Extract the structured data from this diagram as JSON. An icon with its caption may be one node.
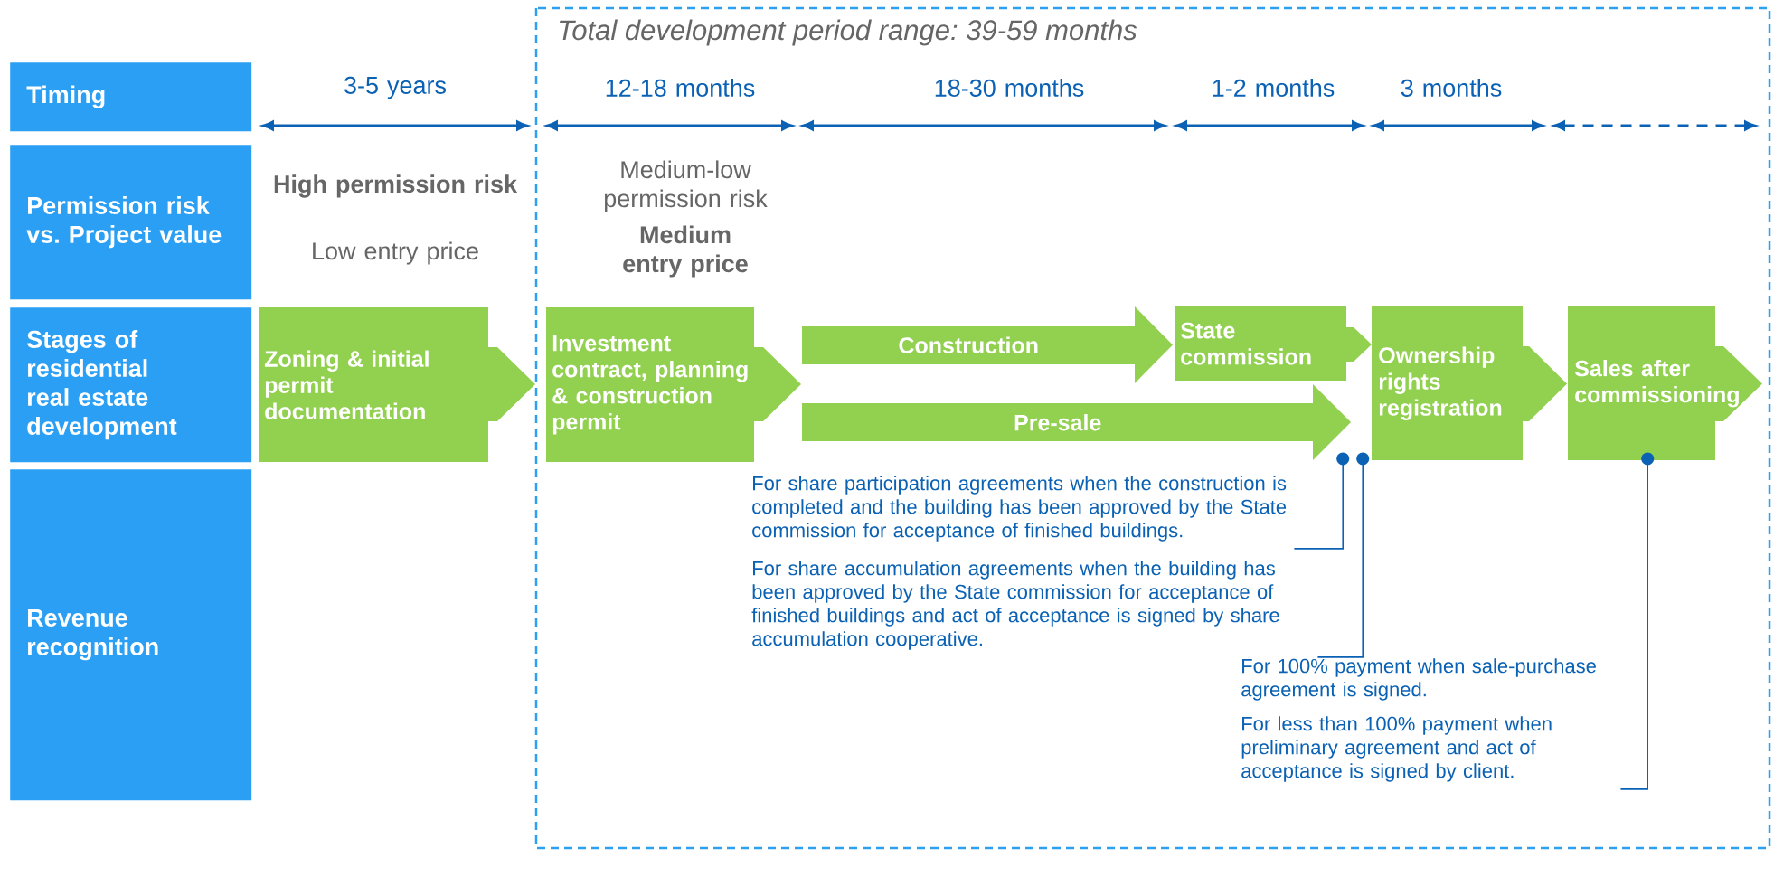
{
  "diagram": {
    "title": "Total development period range: 39-59 months",
    "nodes": [
      {
        "text": [
          "Timing"
        ]
      },
      {
        "text": [
          "Permission risk vs. Project value"
        ]
      },
      {
        "text": [
          "Stages of residential real estate development"
        ]
      },
      {
        "text": [
          "Zoning & initial permit documentation"
        ]
      },
      {
        "text": [
          "Investment contract, planning & construction permit"
        ]
      },
      {
        "text": [
          "Construction"
        ]
      },
      {
        "text": [
          "State commission"
        ]
      },
      {
        "text": [
          "Pre-sale"
        ]
      },
      {
        "text": [
          "Ownership rights registration"
        ]
      },
      {
        "text": [
          "Sales after commissioning"
        ]
      },
      {
        "text": [
          "Revenue recognition"
        ]
      },
      {
        "text": [
          "For share participation agreements when the construction is completed and the building has been approved by the State commission for acceptance of finished buildings."
        ]
      },
      {
        "text": [
          "For share accumulation agreements when the building has been approved by the State commission for acceptance of finished buildings and act of acceptance is signed by share accumulation cooperative."
        ]
      },
      {
        "text": [
          "For 100% payment when sale-purchase agreement is signed.",
          "For less than 100% payment when preliminary agreement and act of acceptance is signed by client."
        ]
      }
    ],
    "edges": [
      {
        "from": 11,
        "to": 7,
        "arrow": "other"
      },
      {
        "from": 12,
        "to": 8,
        "arrow": "other"
      },
      {
        "from": 13,
        "to": 9,
        "arrow": "other"
      }
    ],
    "labels": [
      "3-5 years",
      "12-18 months",
      "18-30 months",
      "1-2 months",
      "3 months",
      "High permission risk",
      "Medium-low permission risk",
      "Low entry price",
      "Medium entry price"
    ]
  }
}
